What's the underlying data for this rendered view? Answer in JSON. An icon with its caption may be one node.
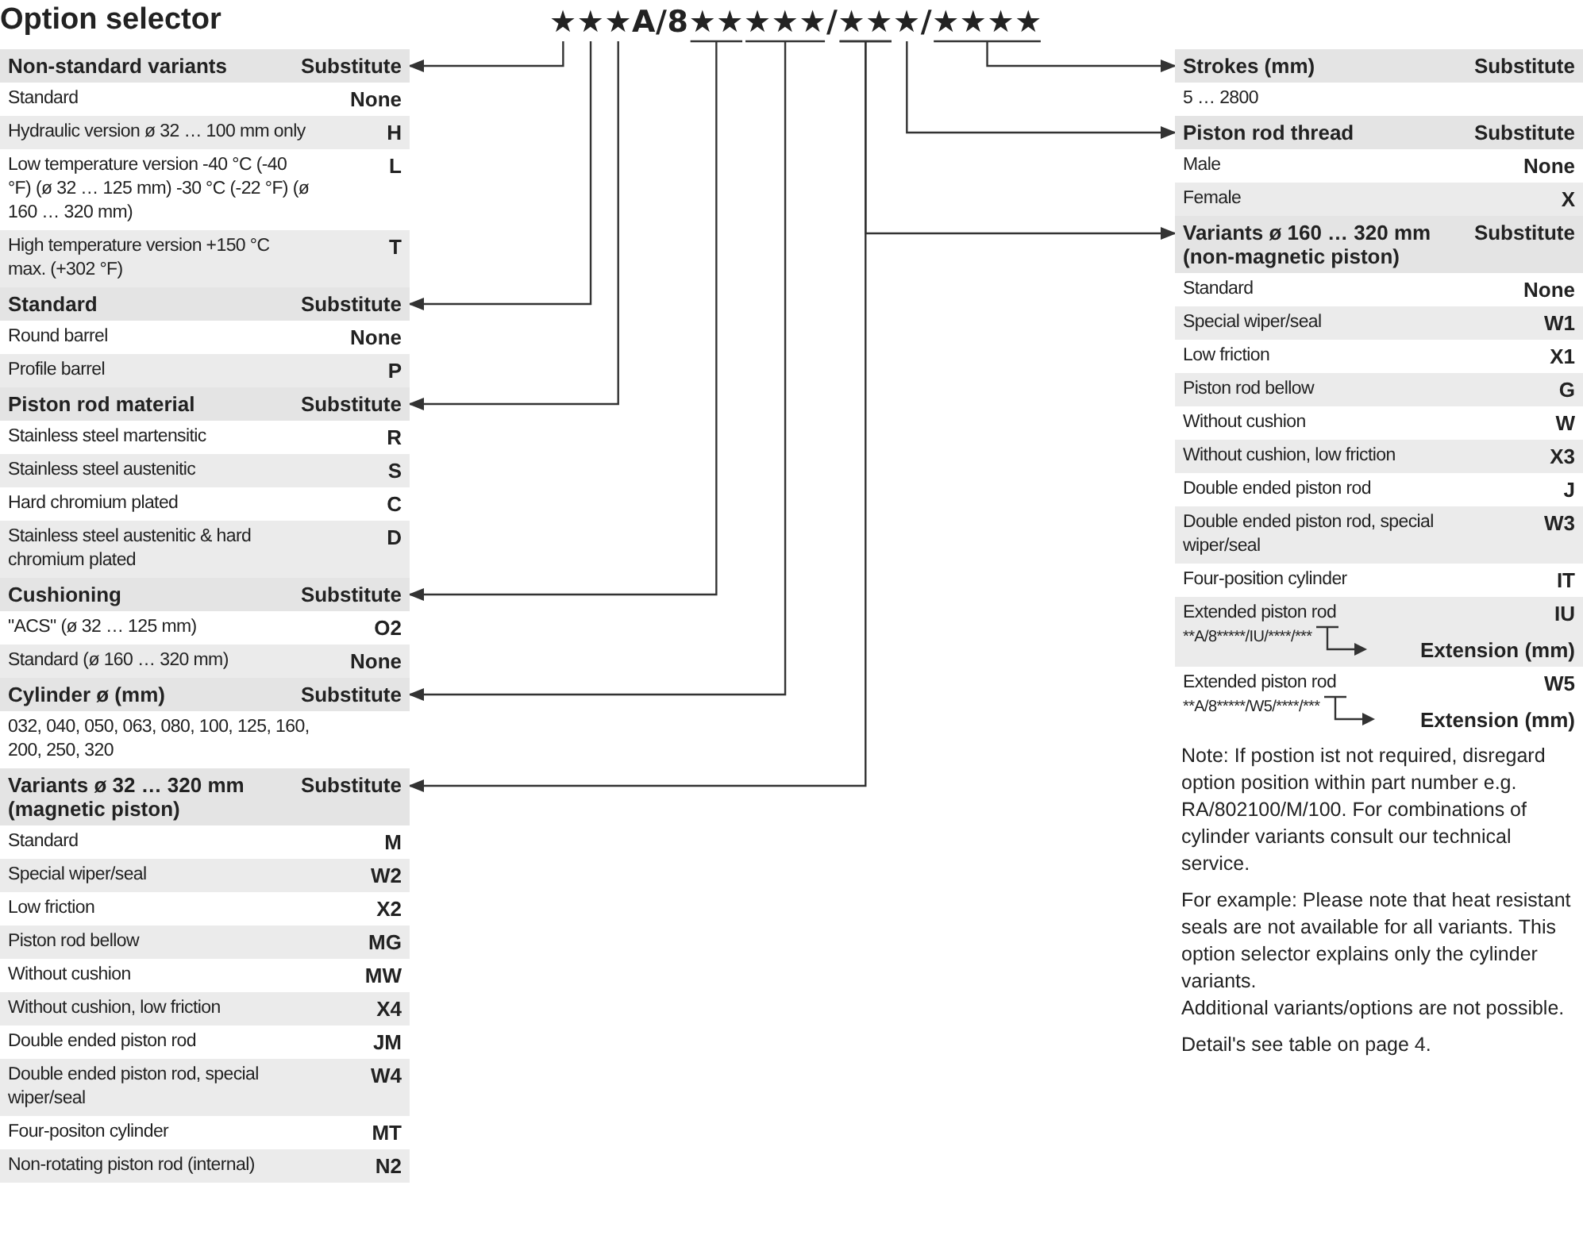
{
  "diagram": {
    "title": "Option selector",
    "nodes": [
      {
        "text": [
          "★★★A/8★★★★★/★★★/★★★★"
        ]
      },
      {
        "text": [
          "Non-standard variants",
          "Substitute"
        ]
      },
      {
        "text": [
          "Standard",
          "None"
        ],
        "in": 1
      },
      {
        "text": [
          "Hydraulic version ø 32 … 100 mm only",
          "H"
        ],
        "in": 1
      },
      {
        "text": [
          "Low temperature version -40 °C (-40 °F) (ø 32 … 125 mm) -30 °C (-22 °F) (ø 160 … 320 mm)",
          "L"
        ],
        "in": 1
      },
      {
        "text": [
          "High temperature version +150 °C max. (+302 °F)",
          "T"
        ],
        "in": 1
      },
      {
        "text": [
          "Standard",
          "Substitute"
        ]
      },
      {
        "text": [
          "Round barrel",
          "None"
        ],
        "in": 6
      },
      {
        "text": [
          "Profile barrel",
          "P"
        ],
        "in": 6
      },
      {
        "text": [
          "Piston rod material",
          "Substitute"
        ]
      },
      {
        "text": [
          "Stainless steel martensitic",
          "R"
        ],
        "in": 9
      },
      {
        "text": [
          "Stainless steel austenitic",
          "S"
        ],
        "in": 9
      },
      {
        "text": [
          "Hard chromium plated",
          "C"
        ],
        "in": 9
      },
      {
        "text": [
          "Stainless steel austenitic & hard chromium plated",
          "D"
        ],
        "in": 9
      },
      {
        "text": [
          "Cushioning",
          "Substitute"
        ]
      },
      {
        "text": [
          "\"ACS\" (ø 32 … 125 mm)",
          "O2"
        ],
        "in": 14
      },
      {
        "text": [
          "Standard (ø 160 … 320 mm)",
          "None"
        ],
        "in": 14
      },
      {
        "text": [
          "Cylinder ø (mm)",
          "Substitute"
        ]
      },
      {
        "text": [
          "032, 040, 050, 063, 080, 100, 125, 160, 200, 250, 320"
        ],
        "in": 17
      },
      {
        "text": [
          "Variants ø 32 … 320 mm (magnetic piston)",
          "Substitute"
        ]
      },
      {
        "text": [
          "Standard",
          "M"
        ],
        "in": 19
      },
      {
        "text": [
          "Special wiper/seal",
          "W2"
        ],
        "in": 19
      },
      {
        "text": [
          "Low friction",
          "X2"
        ],
        "in": 19
      },
      {
        "text": [
          "Piston rod bellow",
          "MG"
        ],
        "in": 19
      },
      {
        "text": [
          "Without cushion",
          "MW"
        ],
        "in": 19
      },
      {
        "text": [
          "Without cushion, low friction",
          "X4"
        ],
        "in": 19
      },
      {
        "text": [
          "Double ended piston rod",
          "JM"
        ],
        "in": 19
      },
      {
        "text": [
          "Double ended piston rod, special wiper/seal",
          "W4"
        ],
        "in": 19
      },
      {
        "text": [
          "Four-positon cylinder",
          "MT"
        ],
        "in": 19
      },
      {
        "text": [
          "Non-rotating piston rod (internal)",
          "N2"
        ],
        "in": 19
      },
      {
        "text": [
          "Strokes (mm)",
          "Substitute"
        ]
      },
      {
        "text": [
          "5 … 2800"
        ],
        "in": 30
      },
      {
        "text": [
          "Piston rod thread",
          "Substitute"
        ]
      },
      {
        "text": [
          "Male",
          "None"
        ],
        "in": 32
      },
      {
        "text": [
          "Female",
          "X"
        ],
        "in": 32
      },
      {
        "text": [
          "Variants ø 160 … 320 mm (non-magnetic piston)",
          "Substitute"
        ]
      },
      {
        "text": [
          "Standard",
          "None"
        ],
        "in": 35
      },
      {
        "text": [
          "Special wiper/seal",
          "W1"
        ],
        "in": 35
      },
      {
        "text": [
          "Low friction",
          "X1"
        ],
        "in": 35
      },
      {
        "text": [
          "Piston rod bellow",
          "G"
        ],
        "in": 35
      },
      {
        "text": [
          "Without cushion",
          "W"
        ],
        "in": 35
      },
      {
        "text": [
          "Without cushion, low friction",
          "X3"
        ],
        "in": 35
      },
      {
        "text": [
          "Double ended piston rod",
          "J"
        ],
        "in": 35
      },
      {
        "text": [
          "Double ended piston rod, special wiper/seal",
          "W3"
        ],
        "in": 35
      },
      {
        "text": [
          "Four-position cylinder",
          "IT"
        ],
        "in": 35
      },
      {
        "text": [
          "Extended piston rod",
          "IU",
          "**A/8*****/IU/****/***",
          "Extension (mm)"
        ],
        "in": 35
      },
      {
        "text": [
          "Extended piston rod",
          "W5",
          "**A/8*****/W5/****/***",
          "Extension (mm)"
        ],
        "in": 35
      }
    ],
    "edges": [
      {
        "from": 0,
        "to": 1,
        "arrow": "to"
      },
      {
        "from": 0,
        "to": 6,
        "arrow": "to"
      },
      {
        "from": 0,
        "to": 9,
        "arrow": "to"
      },
      {
        "from": 0,
        "to": 14,
        "arrow": "to"
      },
      {
        "from": 0,
        "to": 17,
        "arrow": "to"
      },
      {
        "from": 0,
        "to": 19,
        "arrow": "to"
      },
      {
        "from": 0,
        "to": 30,
        "arrow": "to"
      },
      {
        "from": 0,
        "to": 32,
        "arrow": "to"
      },
      {
        "from": 0,
        "to": 35,
        "arrow": "to"
      }
    ],
    "labels": [
      "Note: If postion ist not required, disregard option position within part number e.g. RA/802100/M/100. For combinations of cylinder variants consult our technical service.",
      "For example: Please note that heat resistant seals are not available for all variants. This option selector explains only the cylinder variants.",
      "Additional variants/options are not possible.",
      "Detail's see table on page 4."
    ]
  }
}
